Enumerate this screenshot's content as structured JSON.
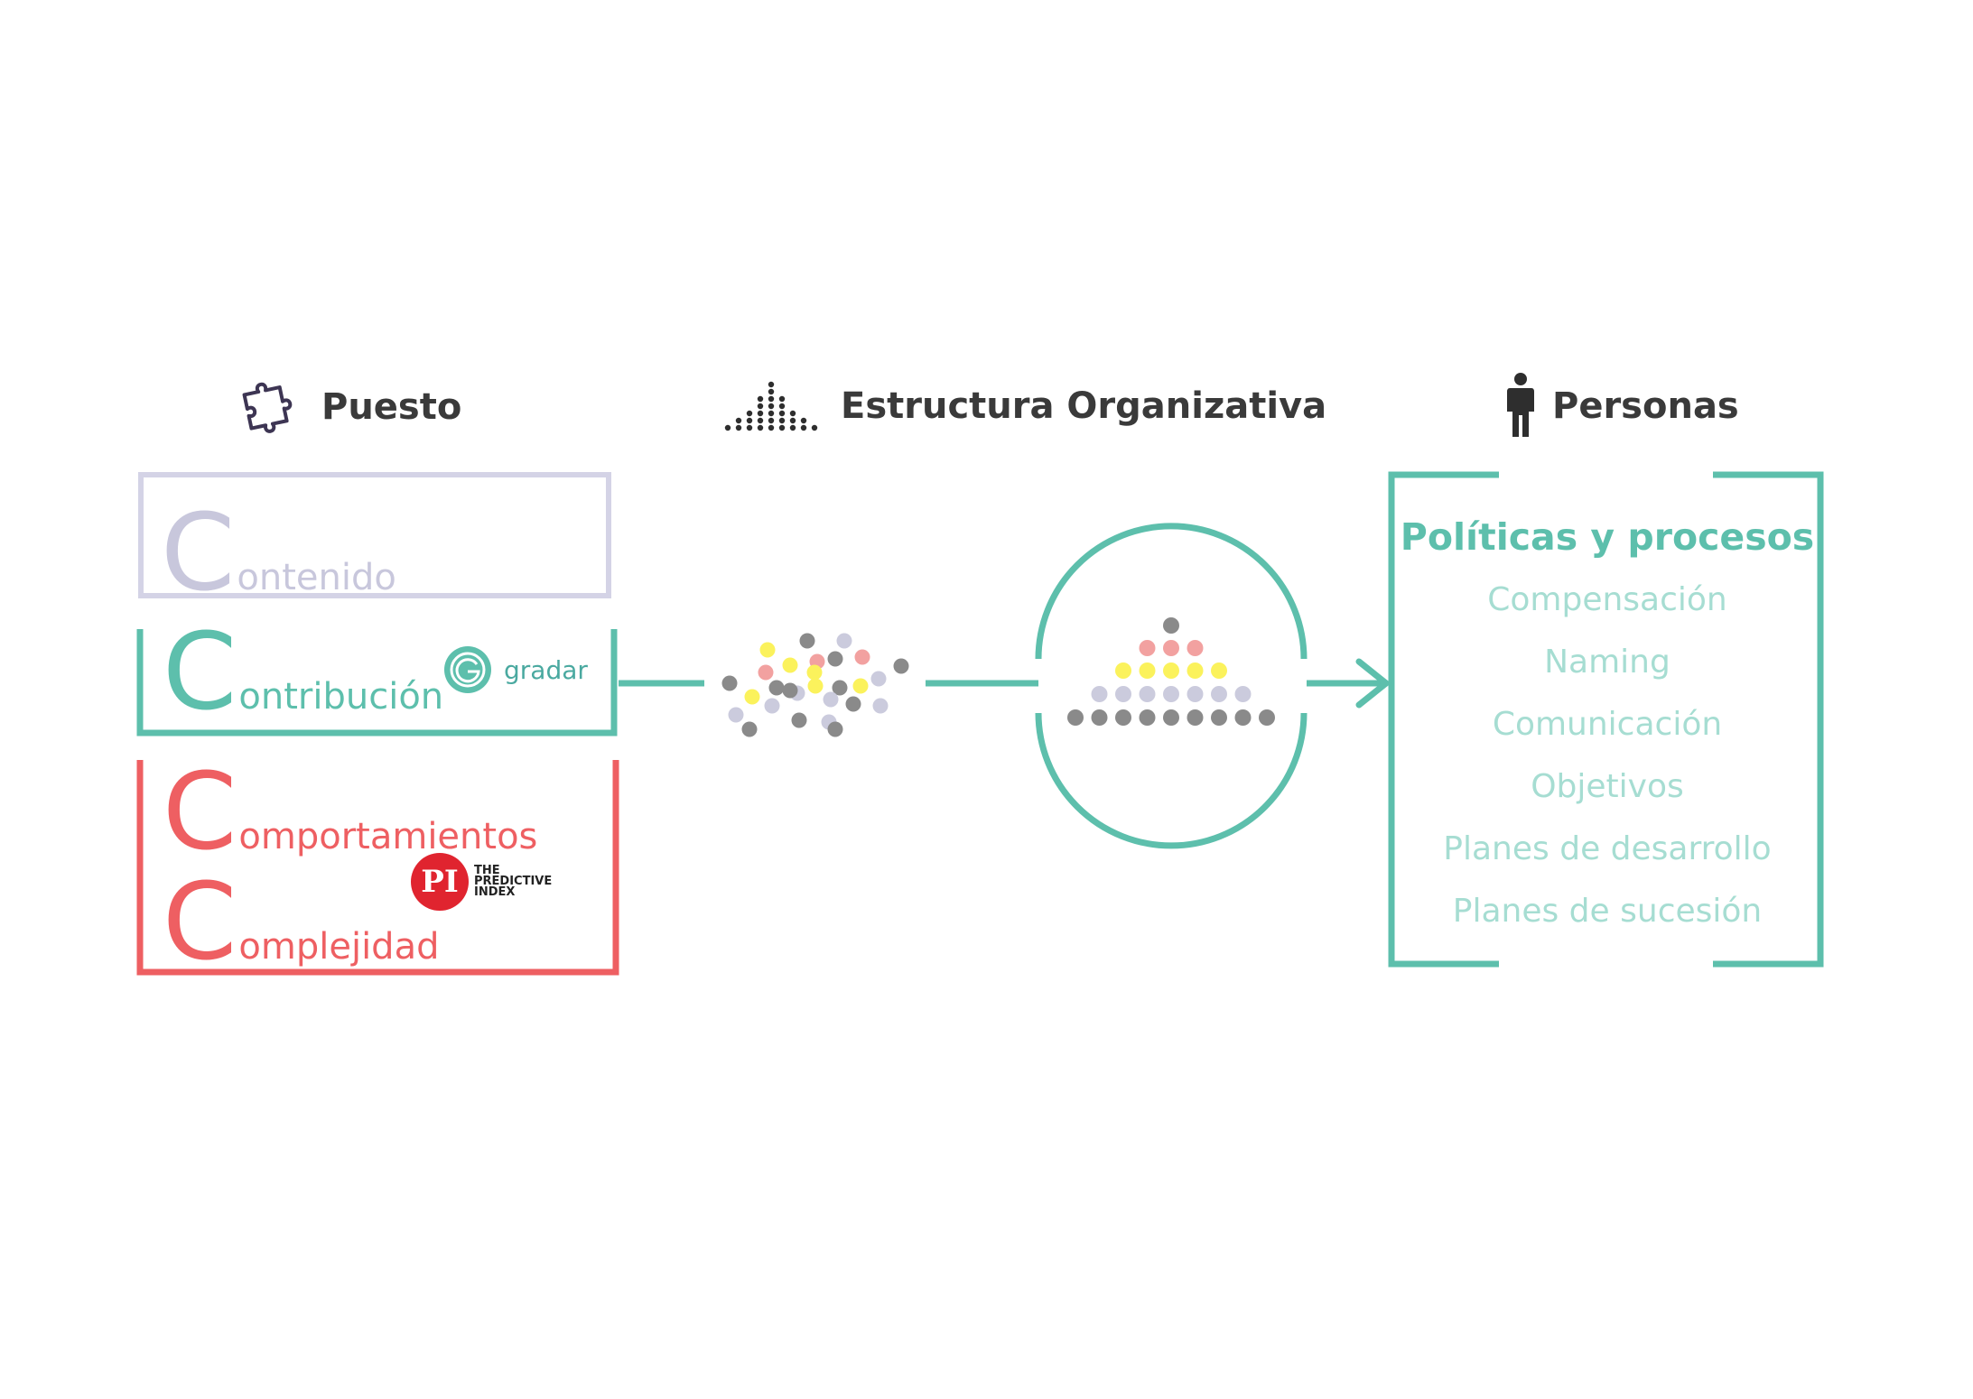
{
  "headers": {
    "puesto": "Puesto",
    "estructura": "Estructura Organizativa",
    "personas": "Personas"
  },
  "left": {
    "contenido": {
      "initial": "C",
      "rest": "ontenido"
    },
    "contribucion": {
      "initial": "C",
      "rest": "ontribución",
      "logo_text": "gradar"
    },
    "comportamientos": {
      "initial": "C",
      "rest": "omportamientos"
    },
    "complejidad": {
      "initial": "C",
      "rest": "omplejidad",
      "logo_mark": "PI",
      "logo_line1": "THE",
      "logo_line2": "PREDICTIVE",
      "logo_line3": "INDEX"
    }
  },
  "right": {
    "title": "Políticas y procesos",
    "items": [
      "Compensación",
      "Naming",
      "Comunicación",
      "Objetivos",
      "Planes de desarrollo",
      "Planes de sucesión"
    ]
  },
  "colors": {
    "teal": "#5dbfac",
    "lavender": "#d4d3e6",
    "lavender_text": "#c8c7dc",
    "red": "#ee5f62",
    "dark": "#3a3a3a",
    "yellow": "#fbf25c",
    "pink": "#f2a1a0",
    "gray_light": "#cbcbdd",
    "gray_dark": "#8a8a8a"
  },
  "icons": {
    "puesto": "puzzle-piece-icon",
    "estructura": "dot-pyramid-icon",
    "personas": "person-icon"
  }
}
